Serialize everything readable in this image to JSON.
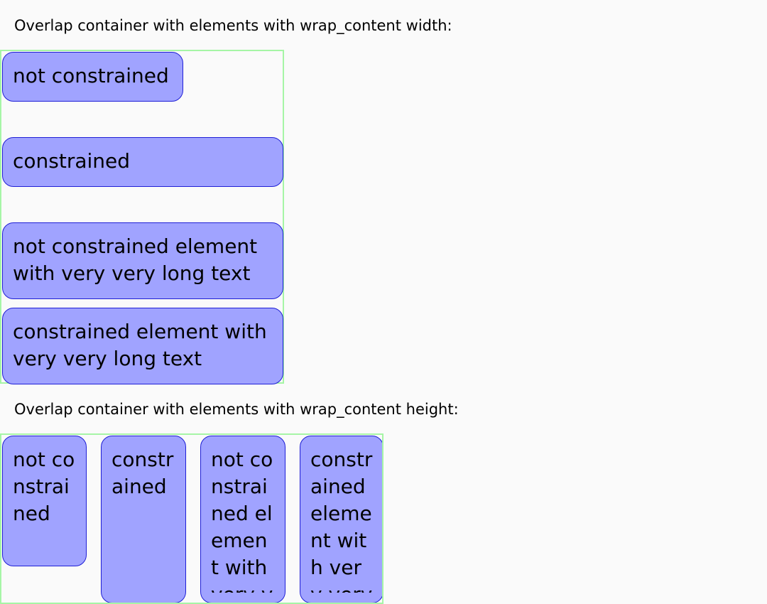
{
  "section_width": {
    "heading": "Overlap container with elements with wrap_content width:",
    "items": [
      {
        "label": "not constrained"
      },
      {
        "label": "constrained"
      },
      {
        "label": "not constrained element with very very long text"
      },
      {
        "label": "constrained element with very very long text"
      }
    ]
  },
  "section_height": {
    "heading": "Overlap container with elements with wrap_content height:",
    "items": [
      {
        "label": "not constrained"
      },
      {
        "label": "constrained"
      },
      {
        "label": "not constrained element with very very long text"
      },
      {
        "label": "constrained element with very very long text"
      }
    ]
  },
  "colors": {
    "container_border": "#a6f5a6",
    "item_fill": "#a0a3ff",
    "item_border": "#1f1fd6",
    "background": "#fafafa"
  }
}
